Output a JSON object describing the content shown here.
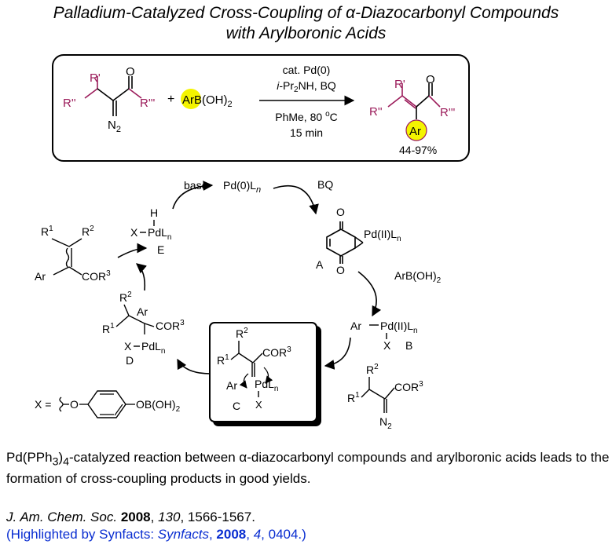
{
  "title": {
    "line1_pre": "Palladium-Catalyzed Cross-Coupling of ",
    "alpha": "α",
    "line1_post": "-Diazocarbonyl Compounds",
    "line2": "with Arylboronic Acids"
  },
  "reaction": {
    "r_prime": "R'",
    "r_dprime": "R''",
    "r_tprime": "R'''",
    "oxygen": "O",
    "n2": "N",
    "n2_sub": "2",
    "plus": "+",
    "arb_ar": "Ar",
    "arb_rest": "B(OH)",
    "arb_sub": "2",
    "cond1": "cat. Pd(0)",
    "cond2_it": "i",
    "cond2_pre": "-Pr",
    "cond2_sub": "2",
    "cond2_post": "NH, BQ",
    "cond3_pre": "PhMe, 80 ",
    "cond3_sup": "o",
    "cond3_post": "C",
    "cond4": "15 min",
    "product_ar": "Ar",
    "yield": "44-97%"
  },
  "cycle": {
    "base": "base",
    "pd0": "Pd(0)L",
    "pd0_n": "n",
    "bq": "BQ",
    "o": "O",
    "pd2_A": "Pd(II)L",
    "sub_n": "n",
    "label_A": "A",
    "arboh2": "ArB(OH)",
    "arboh2_sub": "2",
    "ar_pd_B": "Ar",
    "pd2_B": "Pd(II)L",
    "x_B": "X",
    "label_B": "B",
    "hydride_H": "H",
    "hydride_X": "X",
    "pd_E": "PdL",
    "label_E": "E",
    "r1": "R",
    "r1_sup": "1",
    "r2": "R",
    "r2_sup": "2",
    "ar": "Ar",
    "cor3": "COR",
    "cor3_sup": "3",
    "x_D": "X",
    "pd_D": "PdL",
    "label_D": "D",
    "pd_C": "PdL",
    "x_C": "X",
    "label_C": "C",
    "diazo_n2": "N",
    "diazo_n2_sub": "2",
    "x_def": "X =",
    "x_def_o": "O",
    "x_def_b": "OB(OH)",
    "x_def_b_sub": "2"
  },
  "summary": {
    "pre1": "Pd(PPh",
    "sub3": "3",
    "mid1": ")",
    "sub4": "4",
    "post1": "-catalyzed reaction between ",
    "alpha": "α",
    "post2": "-diazocarbonyl compounds and arylboronic acids leads to the formation of cross-coupling products in good yields."
  },
  "citation": {
    "journal": "J. Am. Chem. Soc.",
    "year": "2008",
    "volume": "130",
    "pages": ", 1566-1567."
  },
  "highlight": {
    "pre": "(Highlighted by Synfacts: ",
    "journal": "Synfacts",
    "year": "2008",
    "volume": "4",
    "post": ", 0404.)"
  },
  "colors": {
    "magenta": "#9b1b5a",
    "highlight_yellow": "#f4f400",
    "link_blue": "#0a2ed1"
  }
}
